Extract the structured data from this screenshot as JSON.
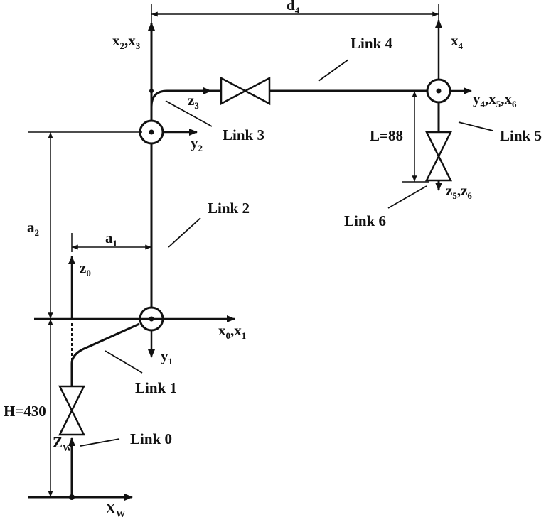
{
  "links": {
    "link0": "Link 0",
    "link1": "Link 1",
    "link2": "Link 2",
    "link3": "Link 3",
    "link4": "Link 4",
    "link5": "Link 5",
    "link6": "Link 6"
  },
  "dimensions": {
    "d4": {
      "base": "d",
      "sub": "4"
    },
    "a1": {
      "base": "a",
      "sub": "1"
    },
    "a2": {
      "base": "a",
      "sub": "2"
    },
    "H": "H=430",
    "L": "L=88"
  },
  "axes": {
    "x2x3": [
      {
        "base": "x",
        "sub": "2"
      },
      {
        "sep": ","
      },
      {
        "base": "x",
        "sub": "3"
      }
    ],
    "z3": [
      {
        "base": "z",
        "sub": "3"
      }
    ],
    "y2": [
      {
        "base": "y",
        "sub": "2"
      }
    ],
    "x4": [
      {
        "base": "x",
        "sub": "4"
      }
    ],
    "y4x5x6": [
      {
        "base": "y",
        "sub": "4"
      },
      {
        "sep": ","
      },
      {
        "base": "x",
        "sub": "5"
      },
      {
        "sep": ","
      },
      {
        "base": "x",
        "sub": "6"
      }
    ],
    "z5z6": [
      {
        "base": "z",
        "sub": "5"
      },
      {
        "sep": ","
      },
      {
        "base": "z",
        "sub": "6"
      }
    ],
    "z0": [
      {
        "base": "z",
        "sub": "0"
      }
    ],
    "x0x1": [
      {
        "base": "x",
        "sub": "0"
      },
      {
        "sep": ","
      },
      {
        "base": "x",
        "sub": "1"
      }
    ],
    "y1": [
      {
        "base": "y",
        "sub": "1"
      }
    ],
    "zw": [
      {
        "base": "Z",
        "sub": "W"
      }
    ],
    "xw": [
      {
        "base": "X",
        "sub": "W"
      }
    ]
  }
}
